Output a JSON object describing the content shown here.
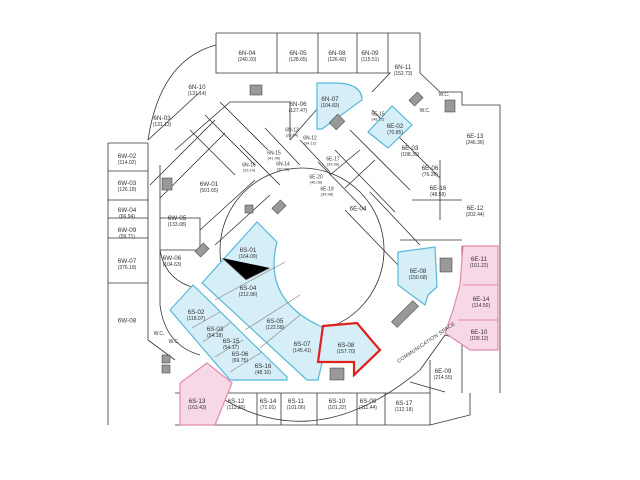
{
  "title": "6th floor plan",
  "colors": {
    "highlight_blue": "#d5eef8",
    "blue_stroke": "#56b9d9",
    "pink": "#f7d8e6",
    "pink_stroke": "#e38ab0",
    "selected": "#e0201b"
  },
  "rooms": [
    {
      "name": "6N-04",
      "area": "(240.20)"
    },
    {
      "name": "6N-05",
      "area": "(128.65)"
    },
    {
      "name": "6N-08",
      "area": "(126.42)"
    },
    {
      "name": "6N-09",
      "area": "(115.51)"
    },
    {
      "name": "6N-11",
      "area": "(152.73)"
    },
    {
      "name": "6N-10",
      "area": "(131.14)"
    },
    {
      "name": "6N-03",
      "area": "(131.13)"
    },
    {
      "name": "6N-06",
      "area": "(127.47)"
    },
    {
      "name": "6N-07",
      "area": "(104.83)"
    },
    {
      "name": "6E-15",
      "area": "(48.22)"
    },
    {
      "name": "6E-02",
      "area": "(70.85)"
    },
    {
      "name": "6E-03",
      "area": "(108.35)"
    },
    {
      "name": "6E-13",
      "area": "(246.36)"
    },
    {
      "name": "6E-06",
      "area": "(76.26)"
    },
    {
      "name": "6E-16",
      "area": "(48.59)"
    },
    {
      "name": "6E-12",
      "area": "(202.44)"
    },
    {
      "name": "6N-13",
      "area": "(28.64)"
    },
    {
      "name": "6N-12",
      "area": "(34.12)"
    },
    {
      "name": "6N-15",
      "area": "(41.46)"
    },
    {
      "name": "6N-16",
      "area": "(33.14)"
    },
    {
      "name": "6N-14",
      "area": "(36.58)"
    },
    {
      "name": "6W-01",
      "area": "(501.65)"
    },
    {
      "name": "6W-02",
      "area": "(114.02)"
    },
    {
      "name": "6W-03",
      "area": "(126.18)"
    },
    {
      "name": "6W-04",
      "area": "(66.94)"
    },
    {
      "name": "6W-09",
      "area": "(59.71)"
    },
    {
      "name": "6W-07",
      "area": "(376.18)"
    },
    {
      "name": "6W-05",
      "area": "(133.08)"
    },
    {
      "name": "6W-06",
      "area": "(104.63)"
    },
    {
      "name": "6W-08",
      "area": ""
    },
    {
      "name": "6S-01",
      "area": "(164.09)"
    },
    {
      "name": "6S-04",
      "area": "(212.96)"
    },
    {
      "name": "6S-05",
      "area": "(122.58)"
    },
    {
      "name": "6S-07",
      "area": "(145.41)"
    },
    {
      "name": "6S-08",
      "area": "(157.70)"
    },
    {
      "name": "6S-02",
      "area": "(118.07)"
    },
    {
      "name": "6S-03",
      "area": "(54.18)"
    },
    {
      "name": "6S-15",
      "area": "(54.17)"
    },
    {
      "name": "6S-06",
      "area": "(69.75)"
    },
    {
      "name": "6S-16",
      "area": "(48.10)"
    },
    {
      "name": "6S-13",
      "area": "(163.43)"
    },
    {
      "name": "6S-12",
      "area": "(113.30)"
    },
    {
      "name": "6S-14",
      "area": "(71.01)"
    },
    {
      "name": "6S-11",
      "area": "(101.06)"
    },
    {
      "name": "6S-10",
      "area": "(101.22)"
    },
    {
      "name": "6S-09",
      "area": "(111.44)"
    },
    {
      "name": "6S-17",
      "area": "(112.18)"
    },
    {
      "name": "6E-09",
      "area": "(214.55)"
    },
    {
      "name": "6E-10",
      "area": "(109.12)"
    },
    {
      "name": "6E-14",
      "area": "(114.50)"
    },
    {
      "name": "6E-11",
      "area": "(101.22)"
    },
    {
      "name": "6E-08",
      "area": "(150.68)"
    },
    {
      "name": "6E-04",
      "area": ""
    },
    {
      "name": "6E-17",
      "area": "(33.98)"
    },
    {
      "name": "6E-19",
      "area": "(39.98)"
    },
    {
      "name": "6E-20",
      "area": "(46.08)"
    }
  ],
  "wc_label": "W.C.",
  "communication_space": "COMMUNICATION SPACE"
}
